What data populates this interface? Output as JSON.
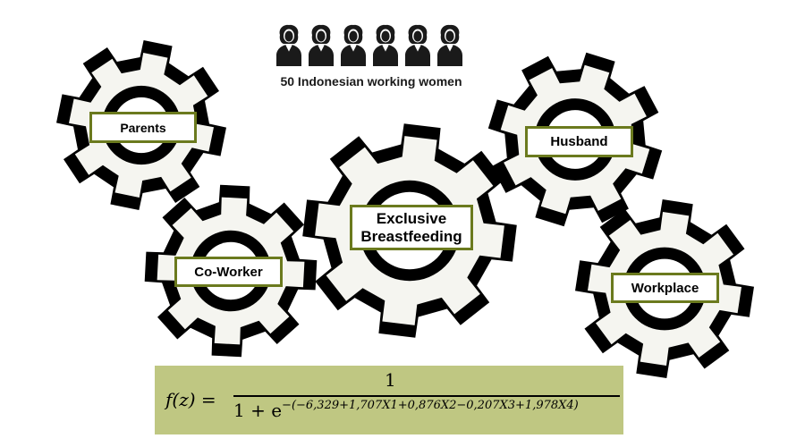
{
  "population_caption": "50 Indonesian working women",
  "population_icon": "woman-icon",
  "population_icon_count": 6,
  "gears": {
    "parents": "Parents",
    "coworker": "Co-Worker",
    "center_line1": "Exclusive",
    "center_line2": "Breastfeeding",
    "husband": "Husband",
    "workplace": "Workplace"
  },
  "formula": {
    "lhs": "f(z) =",
    "numerator": "1",
    "denominator_base": "1 + e",
    "exponent": "−(−6,329+1,707X1+0,876X2−0,207X3+1,978X4)"
  },
  "colors": {
    "gear_fill": "#000000",
    "gear_inner": "#f5f5f0",
    "label_border": "#6b7a1e",
    "formula_background": "#bfc782"
  }
}
